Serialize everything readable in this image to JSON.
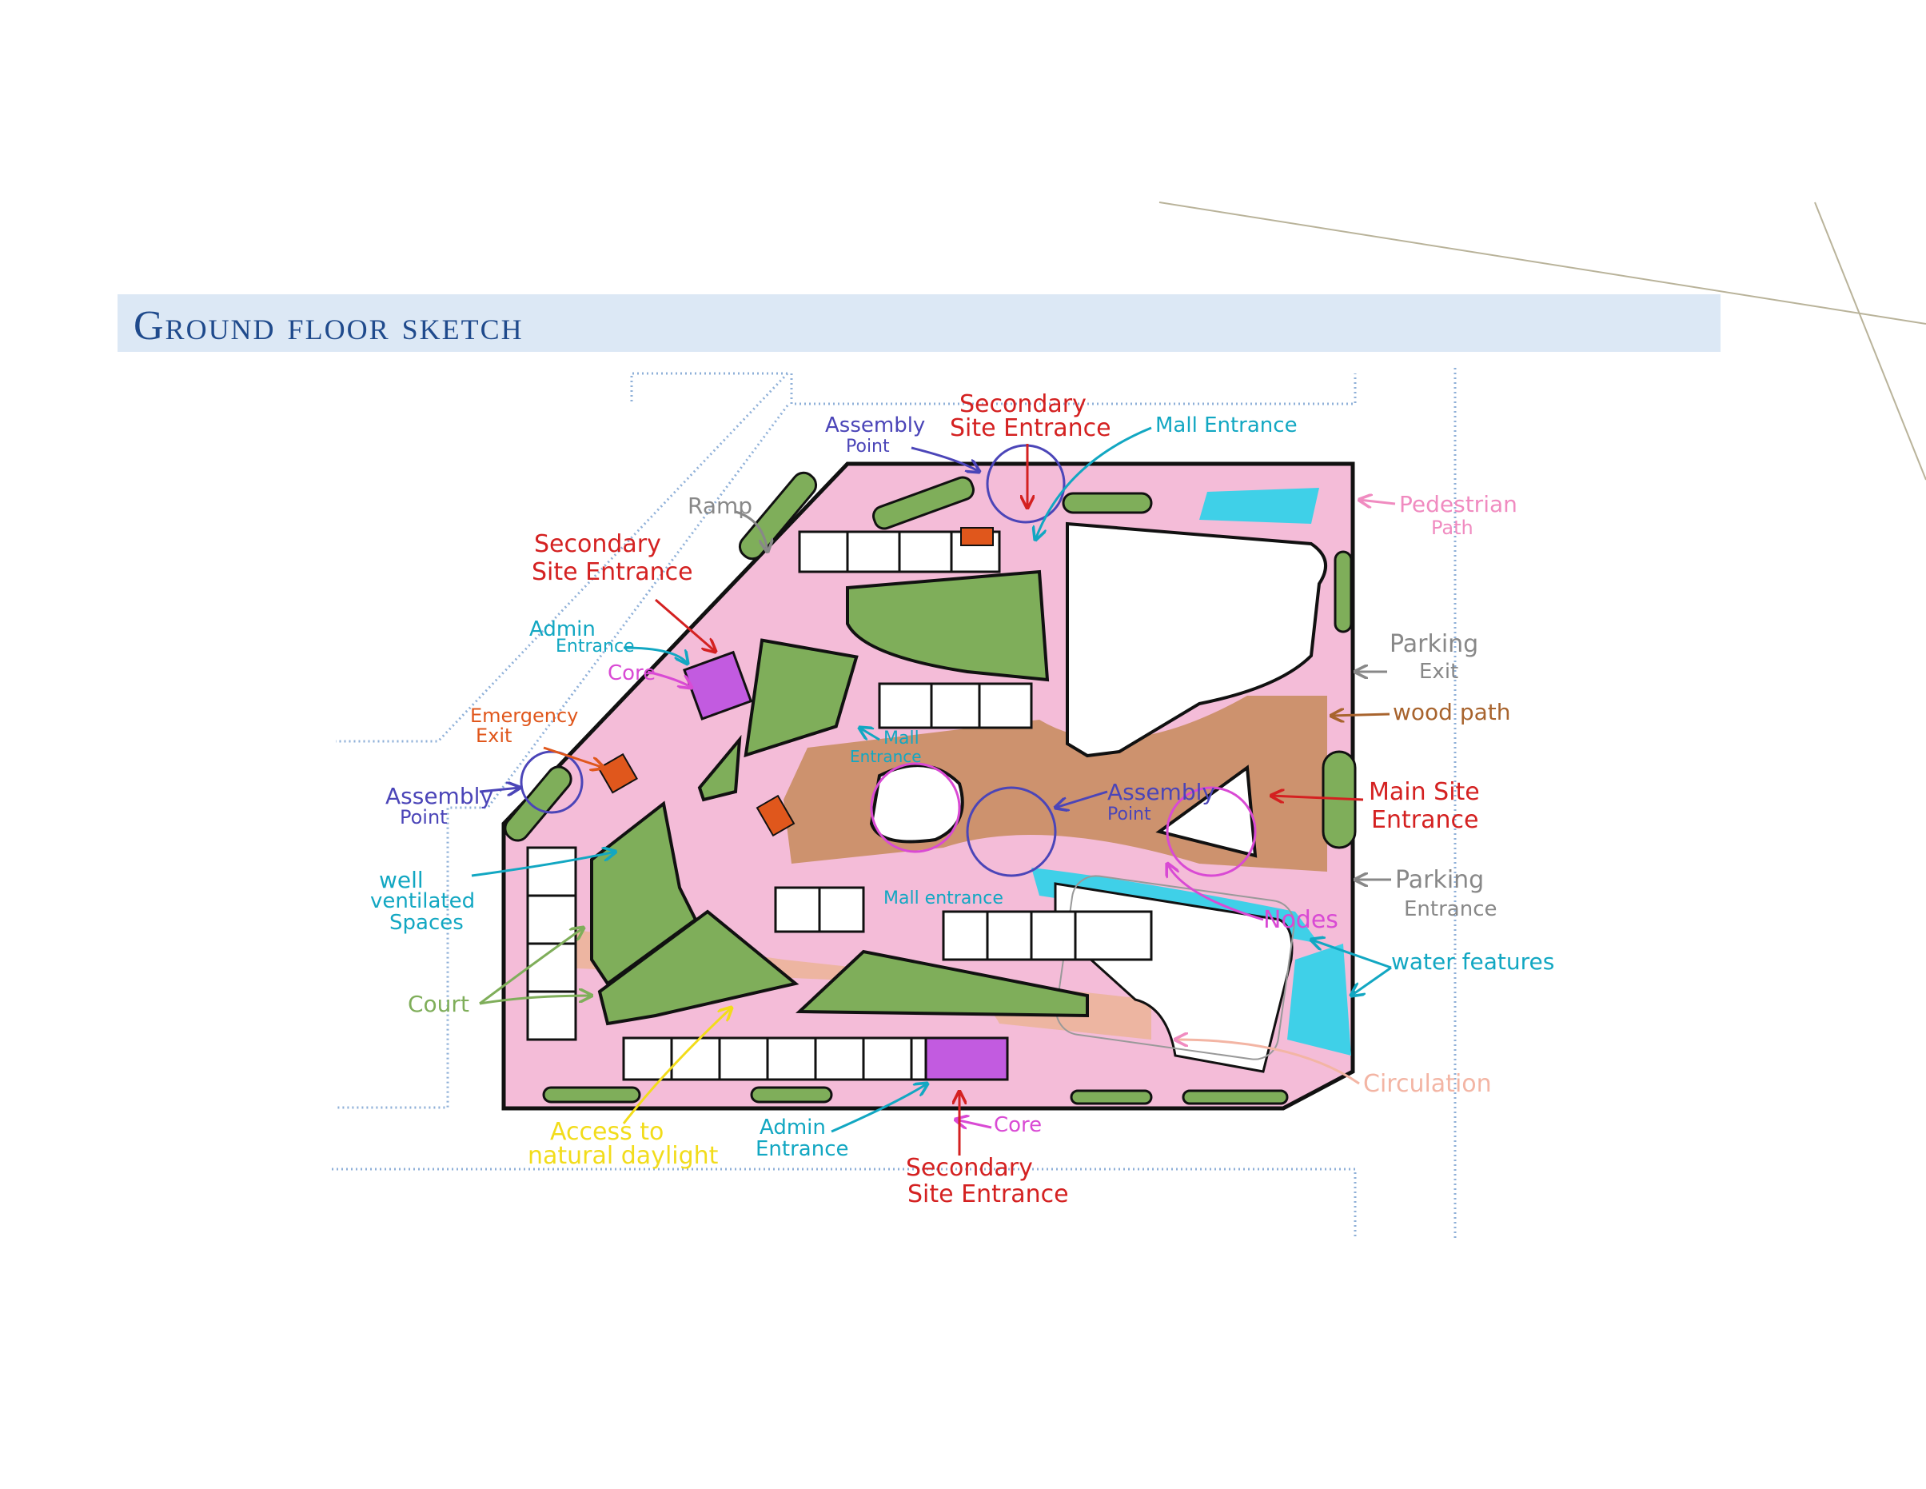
{
  "page_title": "Ground floor sketch",
  "colors": {
    "title_band": "#dce8f5",
    "title_text": "#1f4a8c",
    "pink_path": "#f4bcd8",
    "green_court": "#7fae5a",
    "wood_path": "#c68b5c",
    "water": "#3fd0e8",
    "core_purple": "#c25be0",
    "emergency_orange": "#e0571c",
    "red_label": "#d42121",
    "cyan_label": "#12a7c2",
    "blue_label": "#4b45b8"
  },
  "labels": {
    "secondary_site_entrance_top": [
      "Secondary",
      "Site Entrance"
    ],
    "assembly_point_top": [
      "Assembly",
      "Point"
    ],
    "mall_entrance_top": "Mall Entrance",
    "pedestrian_path": [
      "Pedestrian",
      "Path"
    ],
    "ramp": "Ramp",
    "secondary_site_entrance_left": [
      "Secondary",
      "Site Entrance"
    ],
    "admin_entrance_left": [
      "Admin",
      "Entrance"
    ],
    "core_left": "Core",
    "parking_exit": [
      "Parking",
      "Exit"
    ],
    "wood_path": "wood path",
    "emergency_exit": [
      "Emergency",
      "Exit"
    ],
    "mall_entrance_mid": [
      "Mall",
      "Entrance"
    ],
    "assembly_point_left": [
      "Assembly",
      "Point"
    ],
    "assembly_point_mid": [
      "Assembly",
      "Point"
    ],
    "main_site_entrance": [
      "Main Site",
      "Entrance"
    ],
    "parking_entrance": [
      "Parking",
      "Entrance"
    ],
    "well_ventilated": [
      "well",
      "ventilated",
      "Spaces"
    ],
    "mall_entrance_low": "Mall entrance",
    "nodes": "Nodes",
    "water_features": "water features",
    "court": "Court",
    "circulation": "Circulation",
    "access_daylight": [
      "Access to",
      "natural daylight"
    ],
    "admin_entrance_bottom": [
      "Admin",
      "Entrance"
    ],
    "core_bottom": "Core",
    "secondary_site_entrance_bottom": [
      "Secondary",
      "Site Entrance"
    ]
  }
}
